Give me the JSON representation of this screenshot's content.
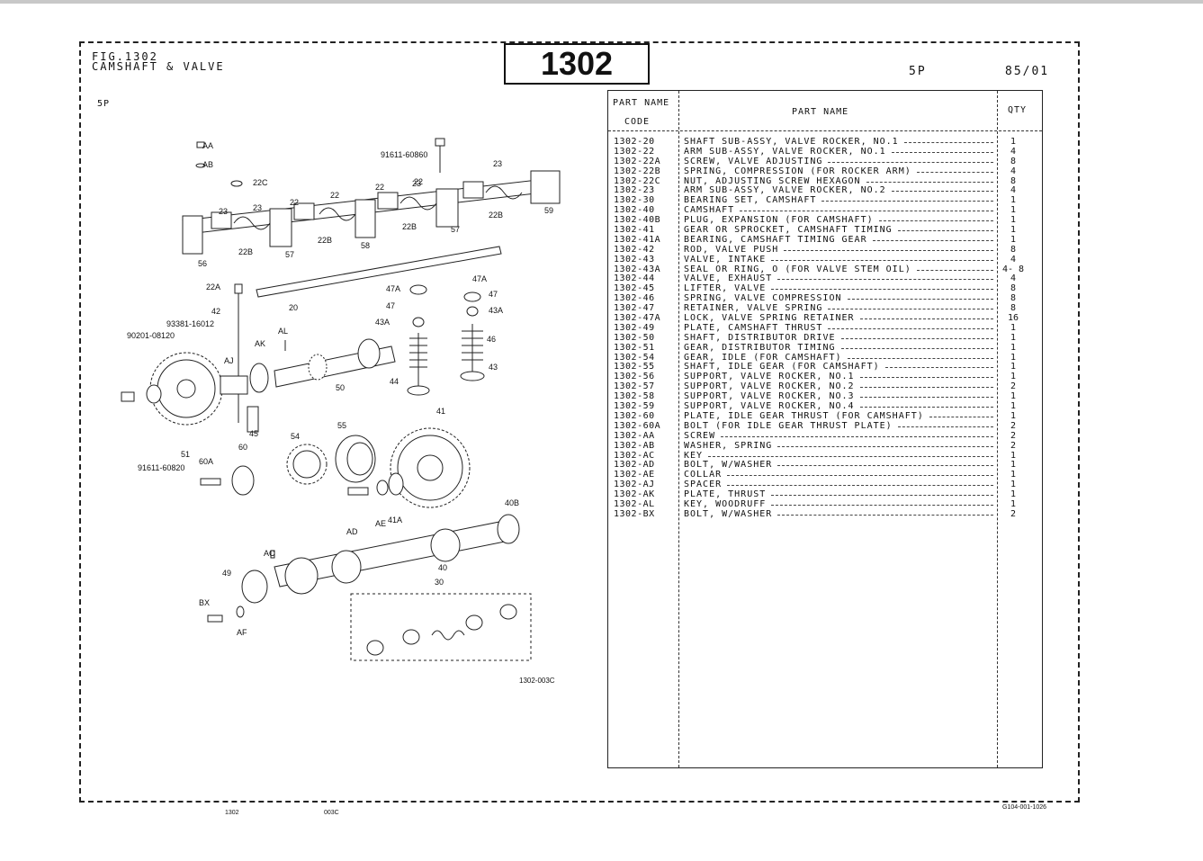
{
  "header": {
    "fig_label": "FIG.1302",
    "title": "CAMSHAFT & VALVE",
    "fig_number": "1302",
    "model": "5P",
    "date": "85/01",
    "model_left": "5P"
  },
  "table": {
    "col_part_name_1": "PART NAME",
    "col_code": "CODE",
    "col_part_name_2": "PART   NAME",
    "col_qty": "QTY",
    "rows": [
      {
        "code": "1302-20",
        "name": "SHAFT SUB-ASSY, VALVE ROCKER, NO.1",
        "qty": "1"
      },
      {
        "code": "1302-22",
        "name": "ARM SUB-ASSY, VALVE ROCKER, NO.1",
        "qty": "4"
      },
      {
        "code": "1302-22A",
        "name": "SCREW, VALVE ADJUSTING",
        "qty": "8"
      },
      {
        "code": "1302-22B",
        "name": "SPRING, COMPRESSION (FOR ROCKER ARM)",
        "qty": "4"
      },
      {
        "code": "1302-22C",
        "name": "NUT, ADJUSTING SCREW HEXAGON",
        "qty": "8"
      },
      {
        "code": "1302-23",
        "name": "ARM SUB-ASSY, VALVE ROCKER, NO.2",
        "qty": "4"
      },
      {
        "code": "1302-30",
        "name": "BEARING SET, CAMSHAFT",
        "qty": "1"
      },
      {
        "code": "1302-40",
        "name": "CAMSHAFT",
        "qty": "1"
      },
      {
        "code": "1302-40B",
        "name": "PLUG, EXPANSION (FOR CAMSHAFT)",
        "qty": "1"
      },
      {
        "code": "1302-41",
        "name": "GEAR OR SPROCKET, CAMSHAFT TIMING",
        "qty": "1"
      },
      {
        "code": "1302-41A",
        "name": "BEARING, CAMSHAFT TIMING GEAR",
        "qty": "1"
      },
      {
        "code": "1302-42",
        "name": "ROD, VALVE PUSH",
        "qty": "8"
      },
      {
        "code": "1302-43",
        "name": "VALVE, INTAKE",
        "qty": "4"
      },
      {
        "code": "1302-43A",
        "name": "SEAL OR RING, O (FOR VALVE STEM OIL)",
        "qty": "4- 8"
      },
      {
        "code": "1302-44",
        "name": "VALVE, EXHAUST",
        "qty": "4"
      },
      {
        "code": "1302-45",
        "name": "LIFTER, VALVE",
        "qty": "8"
      },
      {
        "code": "1302-46",
        "name": "SPRING, VALVE COMPRESSION",
        "qty": "8"
      },
      {
        "code": "1302-47",
        "name": "RETAINER, VALVE SPRING",
        "qty": "8"
      },
      {
        "code": "1302-47A",
        "name": "LOCK, VALVE SPRING RETAINER",
        "qty": "16"
      },
      {
        "code": "1302-49",
        "name": "PLATE, CAMSHAFT THRUST",
        "qty": "1"
      },
      {
        "code": "1302-50",
        "name": "SHAFT, DISTRIBUTOR DRIVE",
        "qty": "1"
      },
      {
        "code": "1302-51",
        "name": "GEAR, DISTRIBUTOR TIMING",
        "qty": "1"
      },
      {
        "code": "1302-54",
        "name": "GEAR, IDLE (FOR CAMSHAFT)",
        "qty": "1"
      },
      {
        "code": "1302-55",
        "name": "SHAFT, IDLE GEAR (FOR CAMSHAFT)",
        "qty": "1"
      },
      {
        "code": "1302-56",
        "name": "SUPPORT, VALVE ROCKER, NO.1",
        "qty": "1"
      },
      {
        "code": "1302-57",
        "name": "SUPPORT, VALVE ROCKER, NO.2",
        "qty": "2"
      },
      {
        "code": "1302-58",
        "name": "SUPPORT, VALVE ROCKER, NO.3",
        "qty": "1"
      },
      {
        "code": "1302-59",
        "name": "SUPPORT, VALVE ROCKER, NO.4",
        "qty": "1"
      },
      {
        "code": "1302-60",
        "name": "PLATE, IDLE GEAR THRUST (FOR CAMSHAFT)",
        "qty": "1"
      },
      {
        "code": "1302-60A",
        "name": "BOLT (FOR IDLE GEAR THRUST PLATE)",
        "qty": "2"
      },
      {
        "code": "1302-AA",
        "name": "SCREW",
        "qty": "2"
      },
      {
        "code": "1302-AB",
        "name": "WASHER, SPRING",
        "qty": "2"
      },
      {
        "code": "1302-AC",
        "name": "KEY",
        "qty": "1"
      },
      {
        "code": "1302-AD",
        "name": "BOLT, W/WASHER",
        "qty": "1"
      },
      {
        "code": "1302-AE",
        "name": "COLLAR",
        "qty": "1"
      },
      {
        "code": "1302-AJ",
        "name": "SPACER",
        "qty": "1"
      },
      {
        "code": "1302-AK",
        "name": "PLATE, THRUST",
        "qty": "1"
      },
      {
        "code": "1302-AL",
        "name": "KEY, WOODRUFF",
        "qty": "1"
      },
      {
        "code": "1302-BX",
        "name": "BOLT, W/WASHER",
        "qty": "2"
      }
    ]
  },
  "diagram": {
    "callouts": [
      "AA",
      "AB",
      "22C",
      "91611-60860",
      "22",
      "22",
      "23",
      "23",
      "22",
      "22",
      "23",
      "23",
      "22B",
      "22B",
      "22B",
      "22B",
      "56",
      "57",
      "58",
      "57",
      "59",
      "22A",
      "42",
      "20",
      "47A",
      "47",
      "43A",
      "47A",
      "47",
      "43A",
      "93381-16012",
      "90201-08120",
      "AK",
      "AL",
      "AJ",
      "46",
      "43",
      "44",
      "50",
      "45",
      "51",
      "91611-60820",
      "60",
      "60A",
      "54",
      "55",
      "41",
      "AD",
      "AE",
      "41A",
      "40B",
      "AC",
      "49",
      "40",
      "30",
      "BX",
      "AF"
    ],
    "illustration_code": "1302-003C"
  },
  "footer": {
    "left_code": "1302",
    "mid_code": "003C",
    "right_code": "G104-001-1026"
  }
}
